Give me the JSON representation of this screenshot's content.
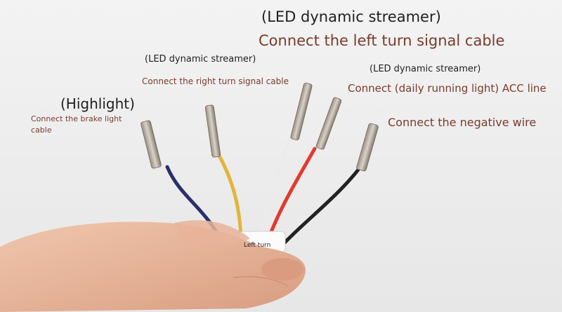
{
  "labels": {
    "led_left_heading": "(LED dynamic streamer)",
    "left_turn": "Connect the left turn signal cable",
    "led_right_heading": "(LED dynamic streamer)",
    "right_turn": "Connect the right turn signal cable",
    "led_acc_heading": "(LED dynamic streamer)",
    "acc_line": "Connect (daily running light) ACC line",
    "highlight_heading": "(Highlight)",
    "brake": "Connect the brake light cable",
    "negative": "Connect the negative wire",
    "sleeve": "Left turn"
  },
  "colors": {
    "text_dark": "#1f1f1f",
    "text_brown": "#7a3b2c",
    "wire_navy": "#2b2f6b",
    "wire_yellow": "#e0b63a",
    "wire_white": "#e8e8e8",
    "wire_red": "#e23a2e",
    "wire_black": "#222222",
    "skin": "#e8b9a0"
  }
}
